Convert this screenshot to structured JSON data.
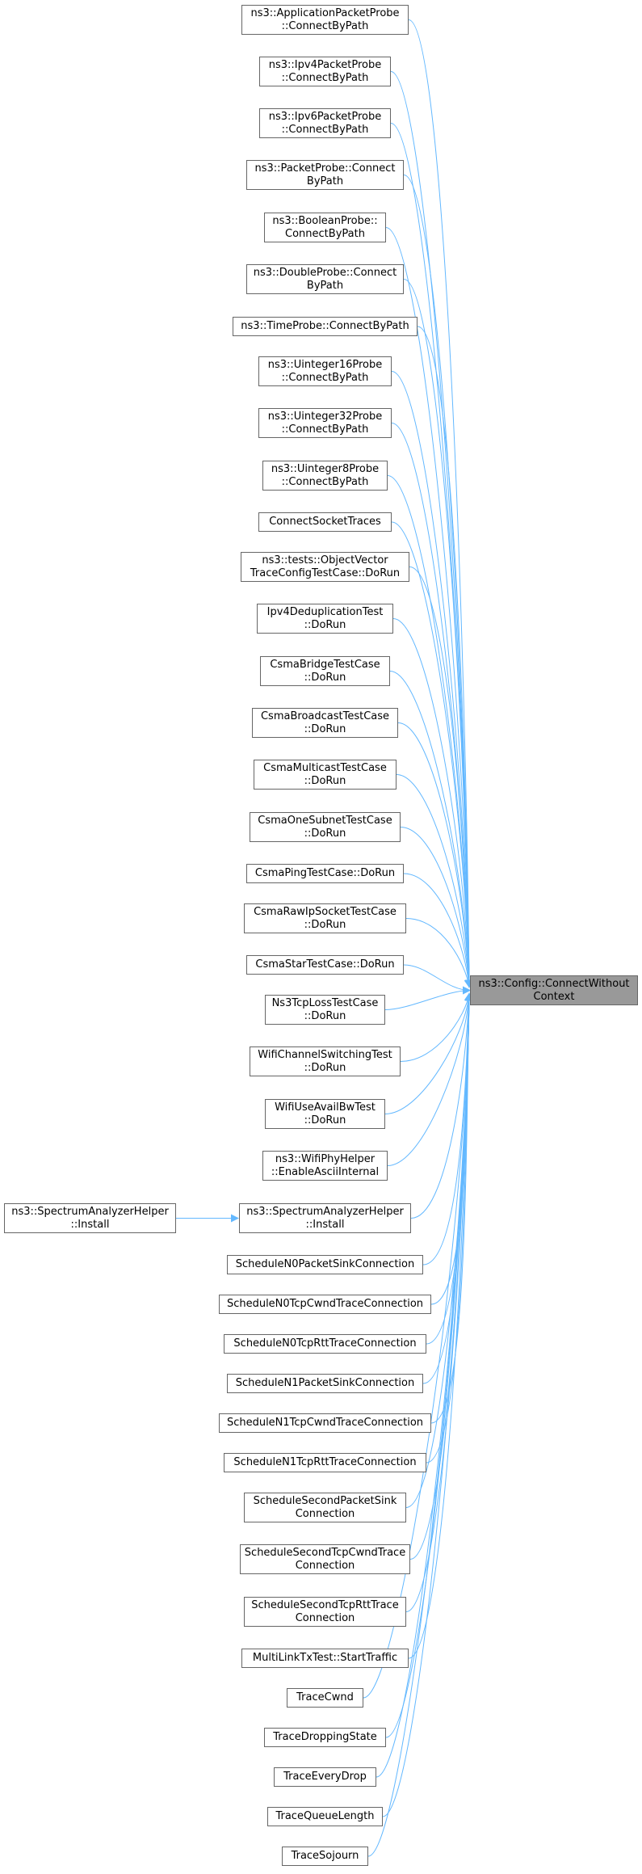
{
  "graph": {
    "edge_color": "#63b8ff",
    "target": {
      "id": "target",
      "lines": [
        "ns3::Config::ConnectWithout",
        "Context"
      ]
    },
    "callers": [
      {
        "id": "n0",
        "lines": [
          "ns3::ApplicationPacketProbe",
          "::ConnectByPath"
        ]
      },
      {
        "id": "n1",
        "lines": [
          "ns3::Ipv4PacketProbe",
          "::ConnectByPath"
        ]
      },
      {
        "id": "n2",
        "lines": [
          "ns3::Ipv6PacketProbe",
          "::ConnectByPath"
        ]
      },
      {
        "id": "n3",
        "lines": [
          "ns3::PacketProbe::Connect",
          "ByPath"
        ]
      },
      {
        "id": "n4",
        "lines": [
          "ns3::BooleanProbe::",
          "ConnectByPath"
        ]
      },
      {
        "id": "n5",
        "lines": [
          "ns3::DoubleProbe::Connect",
          "ByPath"
        ]
      },
      {
        "id": "n6",
        "lines": [
          "ns3::TimeProbe::ConnectByPath"
        ]
      },
      {
        "id": "n7",
        "lines": [
          "ns3::Uinteger16Probe",
          "::ConnectByPath"
        ]
      },
      {
        "id": "n8",
        "lines": [
          "ns3::Uinteger32Probe",
          "::ConnectByPath"
        ]
      },
      {
        "id": "n9",
        "lines": [
          "ns3::Uinteger8Probe",
          "::ConnectByPath"
        ]
      },
      {
        "id": "n10",
        "lines": [
          "ConnectSocketTraces"
        ]
      },
      {
        "id": "n11",
        "lines": [
          "ns3::tests::ObjectVector",
          "TraceConfigTestCase::DoRun"
        ]
      },
      {
        "id": "n12",
        "lines": [
          "Ipv4DeduplicationTest",
          "::DoRun"
        ]
      },
      {
        "id": "n13",
        "lines": [
          "CsmaBridgeTestCase",
          "::DoRun"
        ]
      },
      {
        "id": "n14",
        "lines": [
          "CsmaBroadcastTestCase",
          "::DoRun"
        ]
      },
      {
        "id": "n15",
        "lines": [
          "CsmaMulticastTestCase",
          "::DoRun"
        ]
      },
      {
        "id": "n16",
        "lines": [
          "CsmaOneSubnetTestCase",
          "::DoRun"
        ]
      },
      {
        "id": "n17",
        "lines": [
          "CsmaPingTestCase::DoRun"
        ]
      },
      {
        "id": "n18",
        "lines": [
          "CsmaRawIpSocketTestCase",
          "::DoRun"
        ]
      },
      {
        "id": "n19",
        "lines": [
          "CsmaStarTestCase::DoRun"
        ]
      },
      {
        "id": "n20",
        "lines": [
          "Ns3TcpLossTestCase",
          "::DoRun"
        ]
      },
      {
        "id": "n21",
        "lines": [
          "WifiChannelSwitchingTest",
          "::DoRun"
        ]
      },
      {
        "id": "n22",
        "lines": [
          "WifiUseAvailBwTest",
          "::DoRun"
        ]
      },
      {
        "id": "n23",
        "lines": [
          "ns3::WifiPhyHelper",
          "::EnableAsciiInternal"
        ]
      },
      {
        "id": "n24",
        "lines": [
          "ns3::SpectrumAnalyzerHelper",
          "::Install"
        ]
      },
      {
        "id": "n25",
        "lines": [
          "ScheduleN0PacketSinkConnection"
        ]
      },
      {
        "id": "n26",
        "lines": [
          "ScheduleN0TcpCwndTraceConnection"
        ]
      },
      {
        "id": "n27",
        "lines": [
          "ScheduleN0TcpRttTraceConnection"
        ]
      },
      {
        "id": "n28",
        "lines": [
          "ScheduleN1PacketSinkConnection"
        ]
      },
      {
        "id": "n29",
        "lines": [
          "ScheduleN1TcpCwndTraceConnection"
        ]
      },
      {
        "id": "n30",
        "lines": [
          "ScheduleN1TcpRttTraceConnection"
        ]
      },
      {
        "id": "n31",
        "lines": [
          "ScheduleSecondPacketSink",
          "Connection"
        ]
      },
      {
        "id": "n32",
        "lines": [
          "ScheduleSecondTcpCwndTrace",
          "Connection"
        ]
      },
      {
        "id": "n33",
        "lines": [
          "ScheduleSecondTcpRttTrace",
          "Connection"
        ]
      },
      {
        "id": "n34",
        "lines": [
          "MultiLinkTxTest::StartTraffic"
        ]
      },
      {
        "id": "n35",
        "lines": [
          "TraceCwnd"
        ]
      },
      {
        "id": "n36",
        "lines": [
          "TraceDroppingState"
        ]
      },
      {
        "id": "n37",
        "lines": [
          "TraceEveryDrop"
        ]
      },
      {
        "id": "n38",
        "lines": [
          "TraceQueueLength"
        ]
      },
      {
        "id": "n39",
        "lines": [
          "TraceSojourn"
        ]
      }
    ],
    "second_level": [
      {
        "id": "s0",
        "lines": [
          "ns3::SpectrumAnalyzerHelper",
          "::Install"
        ],
        "calls": "n24"
      }
    ]
  }
}
